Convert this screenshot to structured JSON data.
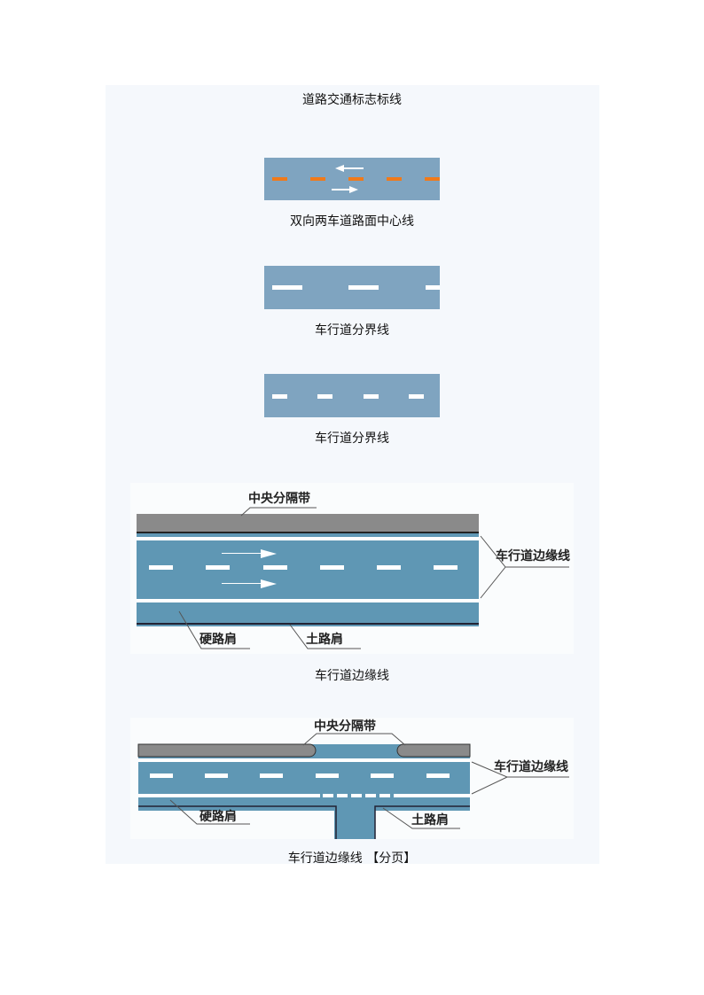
{
  "title": "道路交通标志标线",
  "figures": [
    {
      "caption": "双向两车道路面中心线"
    },
    {
      "caption": "车行道分界线"
    },
    {
      "caption": "车行道分界线"
    },
    {
      "caption": "车行道边缘线",
      "labels": {
        "median": "中央分隔带",
        "edge": "车行道边缘线",
        "hard_shoulder": "硬路肩",
        "soil_shoulder": "土路肩"
      }
    },
    {
      "caption": "车行道边缘线 【分页】",
      "labels": {
        "median": "中央分隔带",
        "edge": "车行道边缘线",
        "hard_shoulder": "硬路肩",
        "soil_shoulder": "土路肩"
      }
    }
  ],
  "colors": {
    "road_light": "#7fa4c0",
    "road_dark": "#5f97b4",
    "center_line": "#f07a1a",
    "median": "#8a8a8a"
  }
}
